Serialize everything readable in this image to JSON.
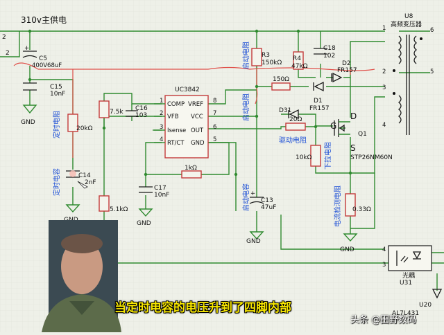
{
  "supply": {
    "label": "310v主供电",
    "net_left_top": "2",
    "net_left_mid": "2"
  },
  "caps": {
    "c5": {
      "ref": "C5",
      "value": "400V68uF"
    },
    "c15": {
      "ref": "C15",
      "value": "10nF"
    },
    "c16": {
      "ref": "C16",
      "value": "103"
    },
    "c17": {
      "ref": "C17",
      "value": "10nF"
    },
    "c18": {
      "ref": "C18",
      "value": "102"
    },
    "c13": {
      "ref": "C13",
      "value": "47uF"
    },
    "c14": {
      "ref": "C14",
      "value": "2nF"
    }
  },
  "resistors": {
    "r3": {
      "ref": "R3",
      "value": "150kΩ"
    },
    "r4": {
      "ref": "R4",
      "value": "47kΩ"
    },
    "r150": {
      "value": "150Ω"
    },
    "r20": {
      "value": "20Ω"
    },
    "r10k": {
      "value": "10kΩ"
    },
    "r033": {
      "value": "0.33Ω"
    },
    "r1k": {
      "value": "1kΩ"
    },
    "r75k": {
      "value": "7.5k"
    },
    "r20k": {
      "value": "20kΩ"
    },
    "r51k": {
      "value": "5.1kΩ"
    }
  },
  "diodes": {
    "d1": {
      "ref": "D1",
      "value": "FR157"
    },
    "d2": {
      "ref": "D2",
      "value": "FR157"
    },
    "d31": {
      "ref": "D31"
    }
  },
  "ic": {
    "name": "UC3842",
    "pins_left": [
      {
        "num": "1",
        "name": "COMP"
      },
      {
        "num": "2",
        "name": "VFB"
      },
      {
        "num": "3",
        "name": "Isense"
      },
      {
        "num": "4",
        "name": "RT/CT"
      }
    ],
    "pins_right": [
      {
        "num": "8",
        "name": "VREF"
      },
      {
        "num": "7",
        "name": "VCC"
      },
      {
        "num": "6",
        "name": "OUT"
      },
      {
        "num": "5",
        "name": "GND"
      }
    ]
  },
  "mosfet": {
    "ref": "Q1",
    "part": "STP26NM60N",
    "g": "G",
    "d": "D",
    "s": "S"
  },
  "transformer": {
    "ref": "U8",
    "name": "高频变压器",
    "pins_left": [
      "1",
      "2",
      "3",
      "4"
    ],
    "pins_right": [
      "6",
      "5"
    ]
  },
  "opto": {
    "name": "光耦",
    "ref": "U31",
    "pin_a": "4",
    "pin_b": "3"
  },
  "u20": {
    "ref": "U20",
    "part": "AL7L431"
  },
  "gnd": "GND",
  "annotations": {
    "timing_res": "定时电阻",
    "timing_cap": "定时电容",
    "start_res": "启动电阻",
    "start_cap": "启动电容",
    "drive_res": "驱动电阻",
    "pulldown_res": "下拉电阻",
    "sense_res": "电流检测电阻"
  },
  "caption": "当定时电容的电压升到了四脚内部",
  "watermark": "头条 @田野数码"
}
